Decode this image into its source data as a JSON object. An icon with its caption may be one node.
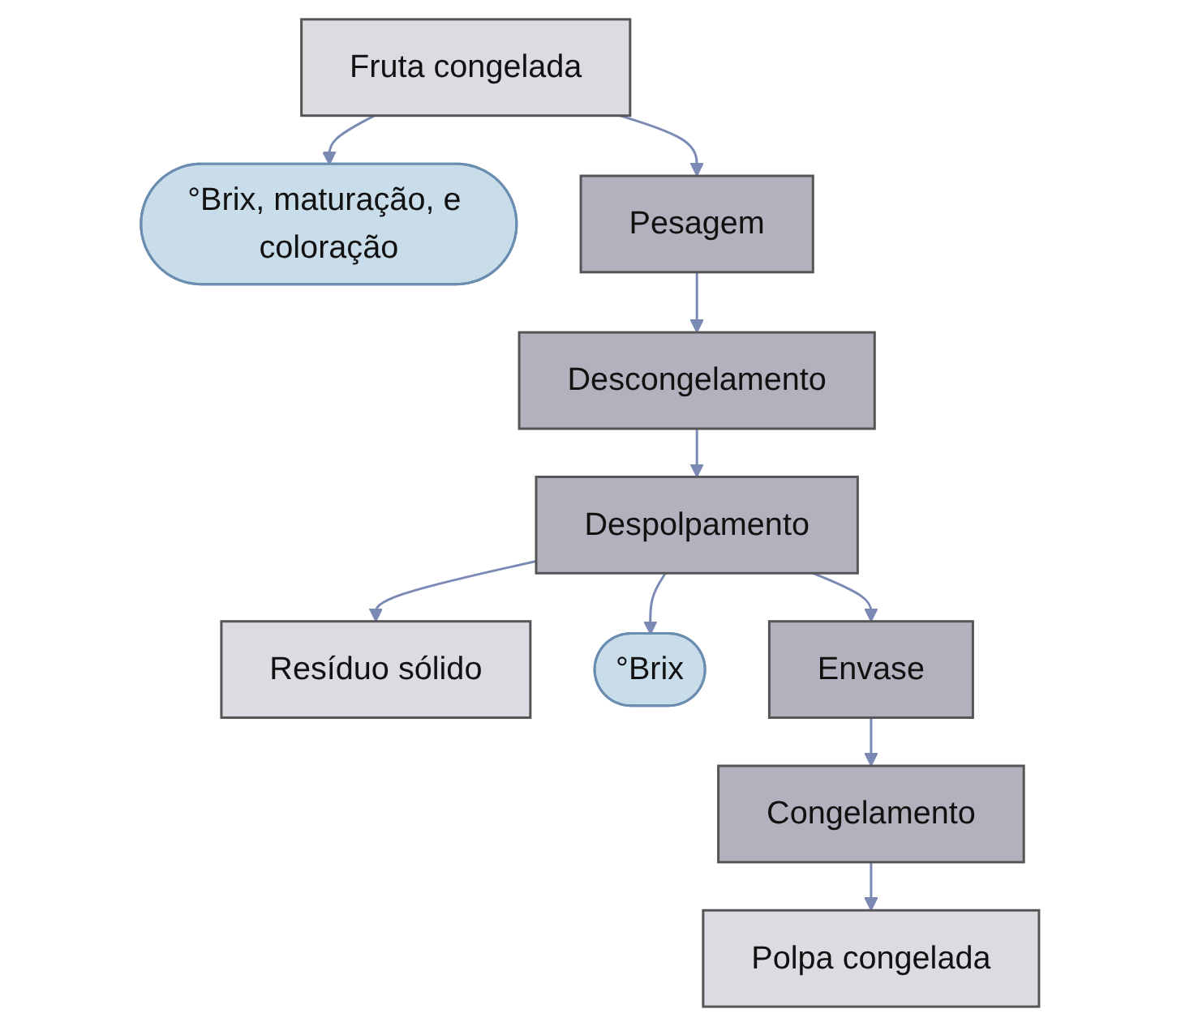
{
  "diagram": {
    "nodes": [
      {
        "text": [
          "Fruta congelada"
        ]
      },
      {
        "text": [
          "°Brix, maturação, e coloração"
        ]
      },
      {
        "text": [
          "Pesagem"
        ]
      },
      {
        "text": [
          "Descongelamento"
        ]
      },
      {
        "text": [
          "Despolpamento"
        ]
      },
      {
        "text": [
          "Resíduo sólido"
        ]
      },
      {
        "text": [
          "°Brix"
        ]
      },
      {
        "text": [
          "Envase"
        ]
      },
      {
        "text": [
          "Congelamento"
        ]
      },
      {
        "text": [
          "Polpa congelada"
        ]
      }
    ],
    "edges": [
      {
        "from": 0,
        "to": 1,
        "arrow": "to"
      },
      {
        "from": 0,
        "to": 2,
        "arrow": "to"
      },
      {
        "from": 2,
        "to": 3,
        "arrow": "to"
      },
      {
        "from": 3,
        "to": 4,
        "arrow": "to"
      },
      {
        "from": 4,
        "to": 5,
        "arrow": "to"
      },
      {
        "from": 4,
        "to": 6,
        "arrow": "to"
      },
      {
        "from": 4,
        "to": 7,
        "arrow": "to"
      },
      {
        "from": 7,
        "to": 8,
        "arrow": "to"
      },
      {
        "from": 8,
        "to": 9,
        "arrow": "to"
      }
    ]
  }
}
